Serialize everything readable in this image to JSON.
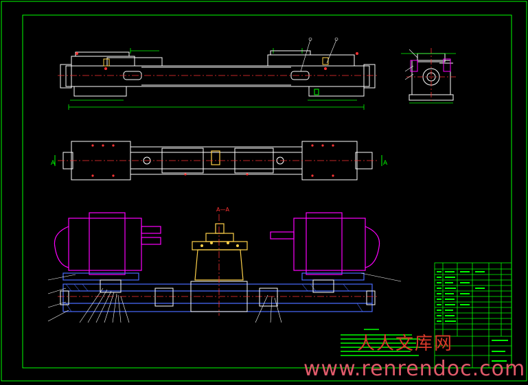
{
  "colors": {
    "background": "#000000",
    "frame": "#00ff00",
    "outline": "#ffffff",
    "centerline": "#ff3333",
    "hatch": "#4a6cff",
    "motor": "#ff00ff",
    "fixture": "#ffd24a",
    "dimension": "#00ff00",
    "annotation": "#ffffff"
  },
  "section_label": "A—A",
  "section_markers": {
    "left": "A",
    "right": "A"
  },
  "watermark": {
    "text": "人人文库网",
    "url": "www.renrendoc.com"
  }
}
